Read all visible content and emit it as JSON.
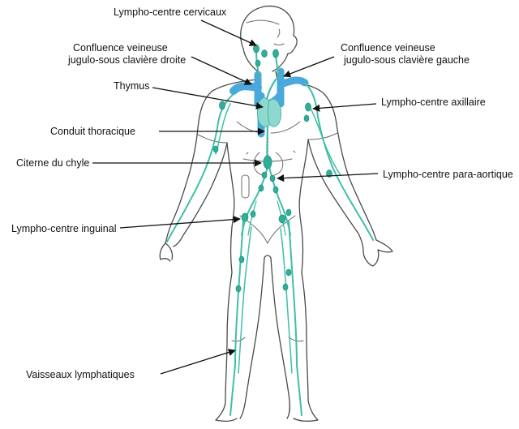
{
  "labels": {
    "cervical": "Lympho-centre cervicaux",
    "right_conf_1": "Confluence veineuse",
    "right_conf_2": "jugulo-sous clavière droite",
    "left_conf_1": "Confluence veineuse",
    "left_conf_2": "jugulo-sous clavière gauche",
    "thymus": "Thymus",
    "axillary": "Lympho-centre axillaire",
    "thoracic_duct": "Conduit thoracique",
    "chyle_cistern": "Citerne du chyle",
    "para_aortic": "Lympho-centre para-aortique",
    "inguinal": "Lympho-centre inguinal",
    "lymph_vessels": "Vaisseaux lymphatiques"
  },
  "colors": {
    "vessel": "#3fbfa8",
    "vessel_dark": "#1f8f80",
    "node": "#2fae98",
    "vein": "#4aa8dd",
    "thymus": "#8fd8cf",
    "body_outline": "#4a4a4a"
  },
  "icons": [
    "human-body-outline",
    "lymph-node-shape"
  ]
}
